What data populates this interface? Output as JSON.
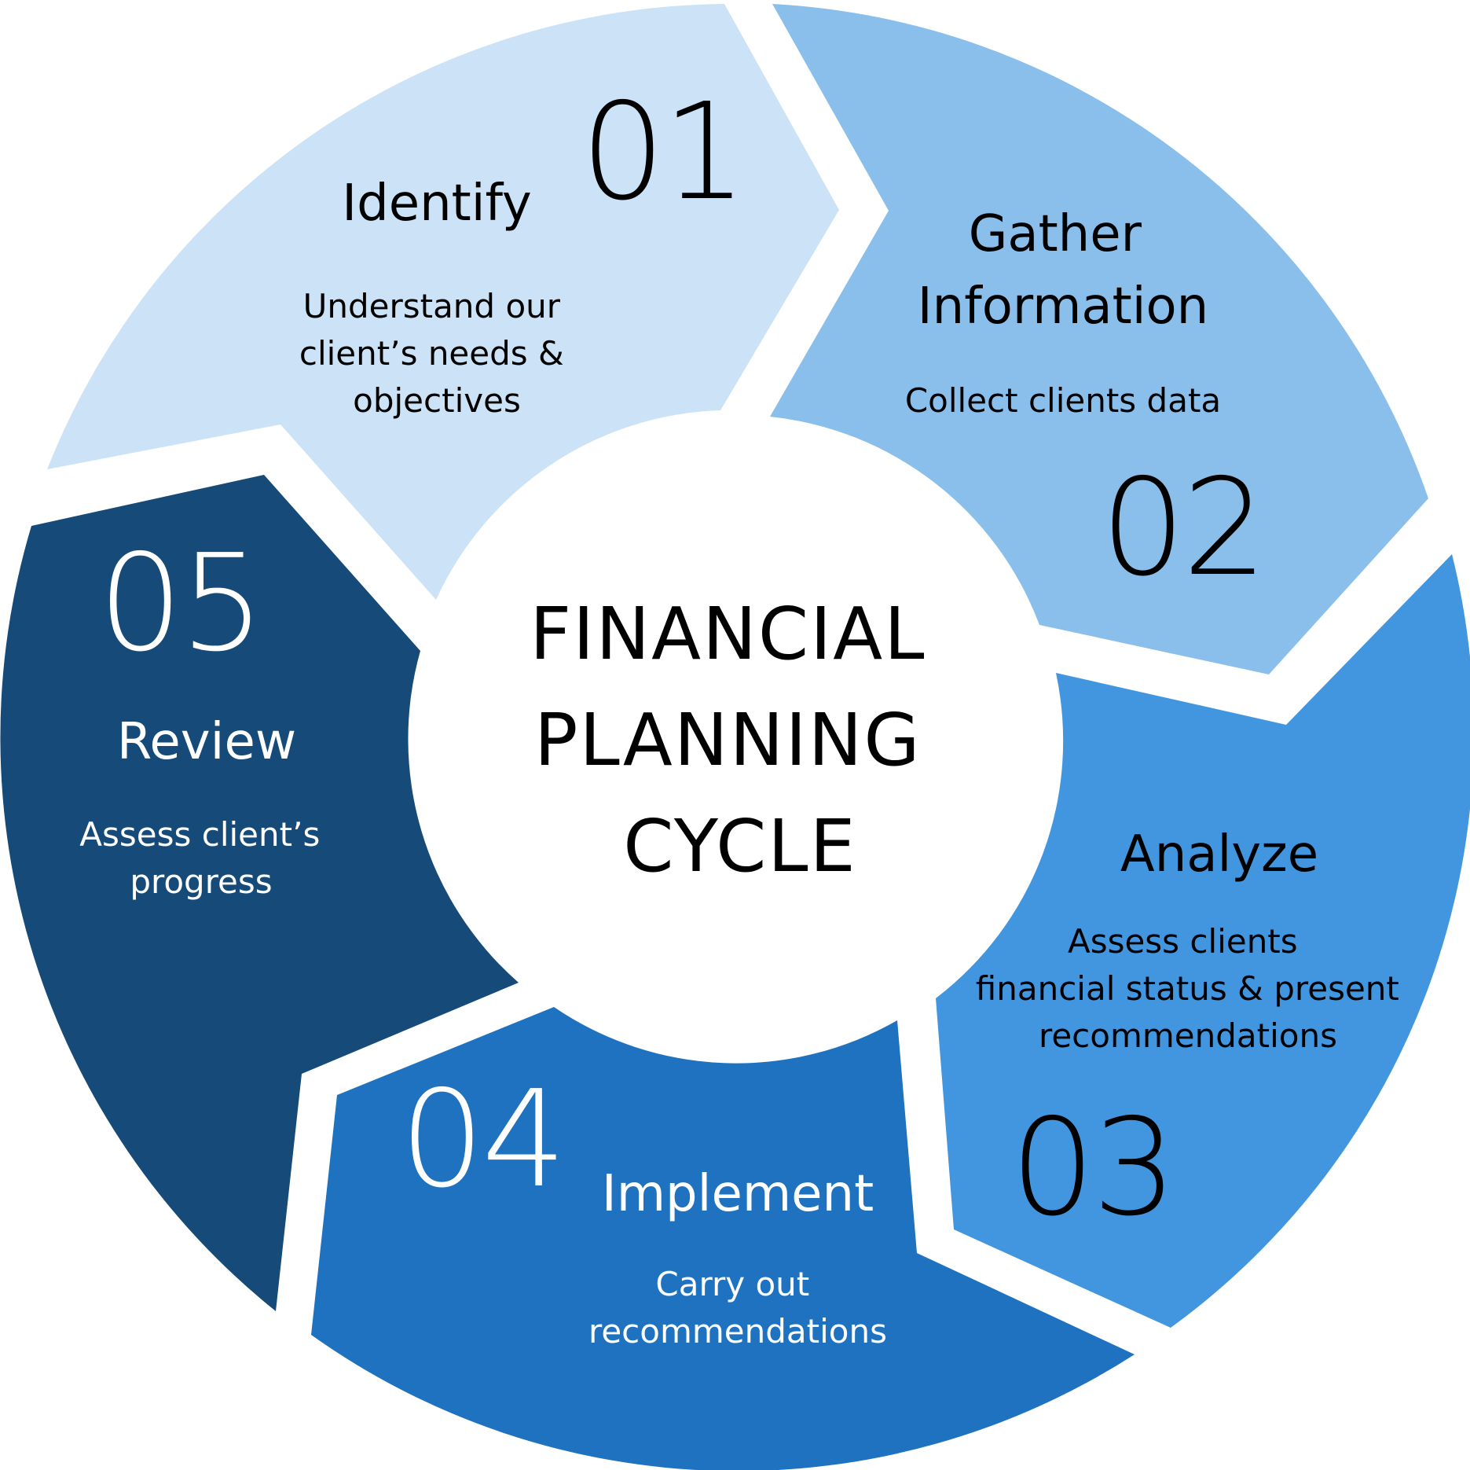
{
  "center": {
    "lines": [
      "FINANCIAL",
      "PLANNING",
      "CYCLE"
    ]
  },
  "colors": {
    "step1": "#cce3f7",
    "step2": "#8abfec",
    "step3": "#4296e0",
    "step4": "#1f72bf",
    "step5": "#154a79",
    "dark_text": "#000000",
    "light_text": "#ffffff"
  },
  "steps": [
    {
      "number": "01",
      "title": [
        "Identify"
      ],
      "description": [
        "Understand our",
        "client’s needs &",
        "objectives"
      ]
    },
    {
      "number": "02",
      "title": [
        "Gather",
        "Information"
      ],
      "description": [
        "Collect clients data"
      ]
    },
    {
      "number": "03",
      "title": [
        "Analyze"
      ],
      "description": [
        "Assess clients",
        "financial status & present",
        "recommendations"
      ]
    },
    {
      "number": "04",
      "title": [
        "Implement"
      ],
      "description": [
        "Carry out",
        "recommendations"
      ]
    },
    {
      "number": "05",
      "title": [
        "Review"
      ],
      "description": [
        "Assess client’s",
        "progress"
      ]
    }
  ]
}
